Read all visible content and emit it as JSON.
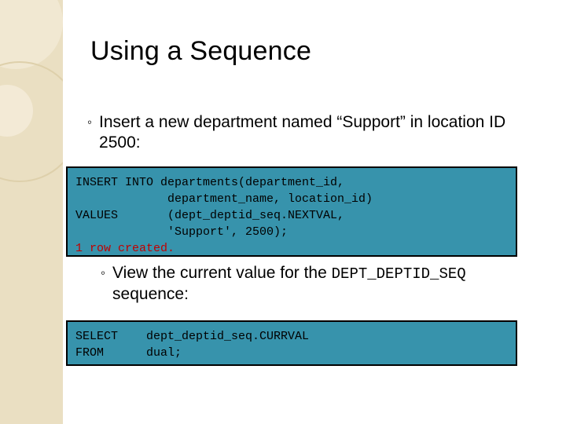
{
  "slide": {
    "title": "Using a Sequence",
    "bullets": [
      {
        "marker": "◦",
        "text": "Insert a new department named “Support” in location ID 2500:"
      },
      {
        "marker": "◦",
        "text_before": "View the current value for the ",
        "mono": "DEPT_DEPTID_SEQ",
        "text_after": " sequence:"
      }
    ],
    "code_block_1": {
      "line1": "INSERT INTO departments(department_id,",
      "line2": "             department_name, location_id)",
      "line3": "VALUES       (dept_deptid_seq.NEXTVAL,",
      "line4": "             'Support', 2500);",
      "result": "1 row created.",
      "result_color": "#c00000",
      "background": "#3793ac"
    },
    "code_block_2": {
      "line1": "SELECT    dept_deptid_seq.CURRVAL",
      "line2": "FROM      dual;",
      "background": "#3793ac"
    }
  }
}
